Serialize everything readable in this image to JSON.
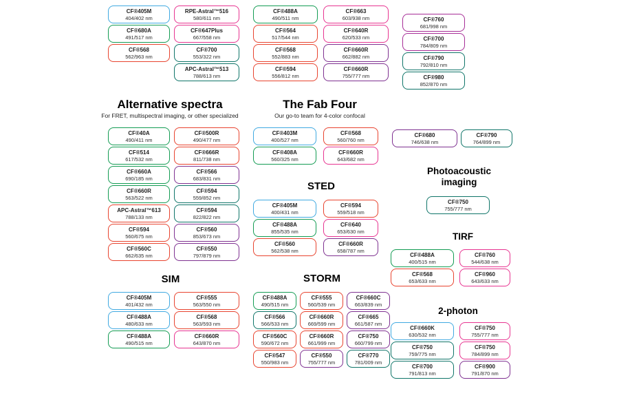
{
  "colors": {
    "blue": "#3fa9e1",
    "green": "#129b52",
    "teal": "#0e7468",
    "red": "#e8432e",
    "pink": "#e73390",
    "purple": "#7e3090",
    "magenta": "#a62c96"
  },
  "top_columns": [
    [
      {
        "name": "CF®405M",
        "ex_em": "404/402 nm",
        "color": "blue"
      },
      {
        "name": "CF®680A",
        "ex_em": "491/517 nm",
        "color": "green"
      },
      {
        "name": "CF®568",
        "ex_em": "562/963 nm",
        "color": "red"
      }
    ],
    [
      {
        "name": "RPE-Astral™516",
        "ex_em": "580/611 nm",
        "color": "pink"
      },
      {
        "name": "CF®647Plus",
        "ex_em": "667/558 nm",
        "color": "pink"
      },
      {
        "name": "CF®700",
        "ex_em": "553/322 nm",
        "color": "teal"
      },
      {
        "name": "APC-Astral™513",
        "ex_em": "788/613 nm",
        "color": "teal"
      }
    ],
    [
      {
        "name": "CF®488A",
        "ex_em": "490/511 nm",
        "color": "green"
      },
      {
        "name": "CF®564",
        "ex_em": "517/544 nm",
        "color": "red"
      },
      {
        "name": "CF®568",
        "ex_em": "552/883 nm",
        "color": "red"
      },
      {
        "name": "CF®594",
        "ex_em": "556/812 nm",
        "color": "red"
      }
    ],
    [
      {
        "name": "CF®663",
        "ex_em": "603/938 nm",
        "color": "pink"
      },
      {
        "name": "CF®640R",
        "ex_em": "620/533 nm",
        "color": "pink"
      },
      {
        "name": "CF®660R",
        "ex_em": "662/882 nm",
        "color": "purple"
      },
      {
        "name": "CF®660R",
        "ex_em": "755/777 nm",
        "color": "purple"
      }
    ],
    [
      {
        "name": "CF®760",
        "ex_em": "681/998 nm",
        "color": "magenta"
      },
      {
        "name": "CF®700",
        "ex_em": "784/809 nm",
        "color": "magenta"
      },
      {
        "name": "CF®790",
        "ex_em": "792/810 nm",
        "color": "teal"
      },
      {
        "name": "CF®980",
        "ex_em": "852/870 nm",
        "color": "teal"
      }
    ]
  ],
  "alternative_spectra": {
    "title": "Alternative spectra",
    "subtitle": "For FRET, multispectral imaging, or other specialized",
    "columns": [
      [
        {
          "name": "CF®40A",
          "ex_em": "490/411 nm",
          "color": "green"
        },
        {
          "name": "CF®514",
          "ex_em": "617/532 nm",
          "color": "green"
        },
        {
          "name": "CF®660A",
          "ex_em": "690/185 nm",
          "color": "green"
        },
        {
          "name": "CF®660R",
          "ex_em": "563/522 nm",
          "color": "green"
        },
        {
          "name": "APC-Astral™613",
          "ex_em": "788/133 nm",
          "color": "red"
        },
        {
          "name": "CF®594",
          "ex_em": "560/675 nm",
          "color": "red"
        },
        {
          "name": "CF®560C",
          "ex_em": "662/635 nm",
          "color": "red"
        }
      ],
      [
        {
          "name": "CF®500R",
          "ex_em": "490/477 nm",
          "color": "red"
        },
        {
          "name": "CF®666R",
          "ex_em": "811/738 nm",
          "color": "red"
        },
        {
          "name": "CF®566",
          "ex_em": "683/831 nm",
          "color": "purple"
        },
        {
          "name": "CF®594",
          "ex_em": "559/852 nm",
          "color": "teal"
        },
        {
          "name": "CF®594",
          "ex_em": "822/822 nm",
          "color": "teal"
        },
        {
          "name": "CF®560",
          "ex_em": "853/673 nm",
          "color": "purple"
        },
        {
          "name": "CF®550",
          "ex_em": "797/879 nm",
          "color": "purple"
        }
      ]
    ]
  },
  "fab_four": {
    "title": "The Fab Four",
    "subtitle": "Our go-to team for 4-color confocal",
    "columns": [
      [
        {
          "name": "CF®403M",
          "ex_em": "400/527 nm",
          "color": "blue"
        },
        {
          "name": "CF®408A",
          "ex_em": "560/325 nm",
          "color": "green"
        }
      ],
      [
        {
          "name": "CF®568",
          "ex_em": "560/760 nm",
          "color": "red"
        },
        {
          "name": "CF®660R",
          "ex_em": "643/682 nm",
          "color": "pink"
        }
      ]
    ]
  },
  "sted": {
    "title": "STED",
    "columns": [
      [
        {
          "name": "CF®405M",
          "ex_em": "400/431 nm",
          "color": "blue"
        },
        {
          "name": "CF®488A",
          "ex_em": "855/535 nm",
          "color": "green"
        },
        {
          "name": "CF®560",
          "ex_em": "562/538 nm",
          "color": "red"
        }
      ],
      [
        {
          "name": "CF®594",
          "ex_em": "559/518 nm",
          "color": "red"
        },
        {
          "name": "CF®640",
          "ex_em": "653/630 nm",
          "color": "pink"
        },
        {
          "name": "CF®660R",
          "ex_em": "658/787 nm",
          "color": "purple"
        }
      ]
    ]
  },
  "sim": {
    "title": "SIM",
    "columns": [
      [
        {
          "name": "CF®405M",
          "ex_em": "401/432 nm",
          "color": "blue"
        },
        {
          "name": "CF®488A",
          "ex_em": "480/633 nm",
          "color": "blue"
        },
        {
          "name": "CF®488A",
          "ex_em": "490/515 nm",
          "color": "green"
        }
      ],
      [
        {
          "name": "CF®555",
          "ex_em": "563/550 nm",
          "color": "red"
        },
        {
          "name": "CF®568",
          "ex_em": "563/593 nm",
          "color": "red"
        },
        {
          "name": "CF®660R",
          "ex_em": "643/870 nm",
          "color": "pink"
        }
      ]
    ]
  },
  "storm": {
    "title": "STORM",
    "columns": [
      [
        {
          "name": "CF®488A",
          "ex_em": "490/515 nm",
          "color": "green"
        },
        {
          "name": "CF®566",
          "ex_em": "566/533 nm",
          "color": "teal"
        },
        {
          "name": "CF®560C",
          "ex_em": "590/672 nm",
          "color": "red"
        },
        {
          "name": "CF®547",
          "ex_em": "550/983 nm",
          "color": "red"
        }
      ],
      [
        {
          "name": "CF®555",
          "ex_em": "560/539 nm",
          "color": "red"
        },
        {
          "name": "CF®660R",
          "ex_em": "669/599 nm",
          "color": "red"
        },
        {
          "name": "CF®660R",
          "ex_em": "661/999 nm",
          "color": "red"
        },
        {
          "name": "CF®550",
          "ex_em": "755/777 nm",
          "color": "purple"
        }
      ],
      [
        {
          "name": "CF®660C",
          "ex_em": "663/839 nm",
          "color": "purple"
        },
        {
          "name": "CF®665",
          "ex_em": "661/587 nm",
          "color": "purple"
        },
        {
          "name": "CF®750",
          "ex_em": "660/799 nm",
          "color": "purple"
        },
        {
          "name": "CF®770",
          "ex_em": "781/009 nm",
          "color": "teal"
        }
      ]
    ]
  },
  "right_pair": {
    "columns": [
      [
        {
          "name": "CF®680",
          "ex_em": "746/638 nm",
          "color": "purple"
        }
      ],
      [
        {
          "name": "CF®790",
          "ex_em": "764/899 nm",
          "color": "teal"
        }
      ]
    ]
  },
  "photoacoustic": {
    "title": "Photoacoustic imaging",
    "columns": [
      [
        {
          "name": "CF®750",
          "ex_em": "755/777 nm",
          "color": "teal"
        }
      ]
    ]
  },
  "tirf": {
    "title": "TIRF",
    "columns": [
      [
        {
          "name": "CF®488A",
          "ex_em": "400/515 nm",
          "color": "green"
        },
        {
          "name": "CF®568",
          "ex_em": "653/633 nm",
          "color": "red"
        }
      ],
      [
        {
          "name": "CF®760",
          "ex_em": "544/638 nm",
          "color": "pink"
        },
        {
          "name": "CF®960",
          "ex_em": "643/633 nm",
          "color": "pink"
        }
      ]
    ]
  },
  "two_photon": {
    "title": "2-photon",
    "columns": [
      [
        {
          "name": "CF®660K",
          "ex_em": "630/532 nm",
          "color": "blue"
        },
        {
          "name": "CF®750",
          "ex_em": "759/775 nm",
          "color": "teal"
        },
        {
          "name": "CF®700",
          "ex_em": "791/813 nm",
          "color": "teal"
        }
      ],
      [
        {
          "name": "CF®750",
          "ex_em": "755/777 nm",
          "color": "pink"
        },
        {
          "name": "CF®750",
          "ex_em": "784/899 nm",
          "color": "pink"
        },
        {
          "name": "CF®900",
          "ex_em": "791/870 nm",
          "color": "purple"
        }
      ]
    ]
  }
}
